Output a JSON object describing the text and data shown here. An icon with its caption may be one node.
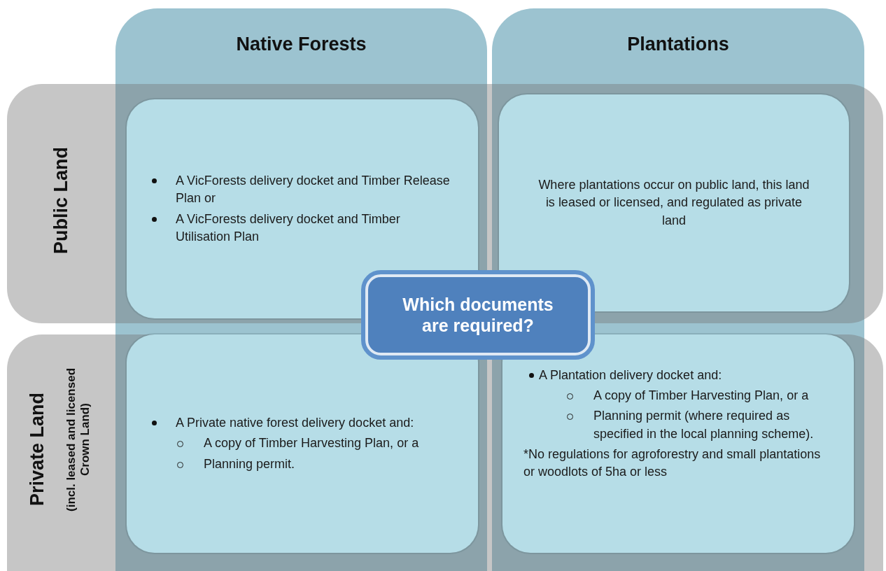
{
  "diagram": {
    "nodes": [
      {
        "text": [
          "Native Forests"
        ]
      },
      {
        "text": [
          "Plantations"
        ]
      },
      {
        "text": [
          "Public Land"
        ]
      },
      {
        "text": [
          "Private Land",
          "(incl. leased and licensed Crown Land)"
        ]
      },
      {
        "text": [
          "A VicForests delivery docket and Timber Release Plan or",
          "A VicForests delivery docket and Timber Utilisation Plan"
        ]
      },
      {
        "text": [
          "Where plantations occur on public land, this land is leased or licensed, and regulated as private land"
        ]
      },
      {
        "text": [
          "A Private native forest delivery docket and:",
          "A copy of Timber Harvesting Plan, or a",
          "Planning permit."
        ]
      },
      {
        "text": [
          "A Plantation delivery docket and:",
          "A copy of Timber Harvesting Plan, or a",
          "Planning permit (where required as specified in the local planning scheme).",
          "*No regulations for agroforestry and small plantations or woodlots of 5ha or less"
        ]
      },
      {
        "text": [
          "Which documents are required?"
        ]
      }
    ]
  }
}
